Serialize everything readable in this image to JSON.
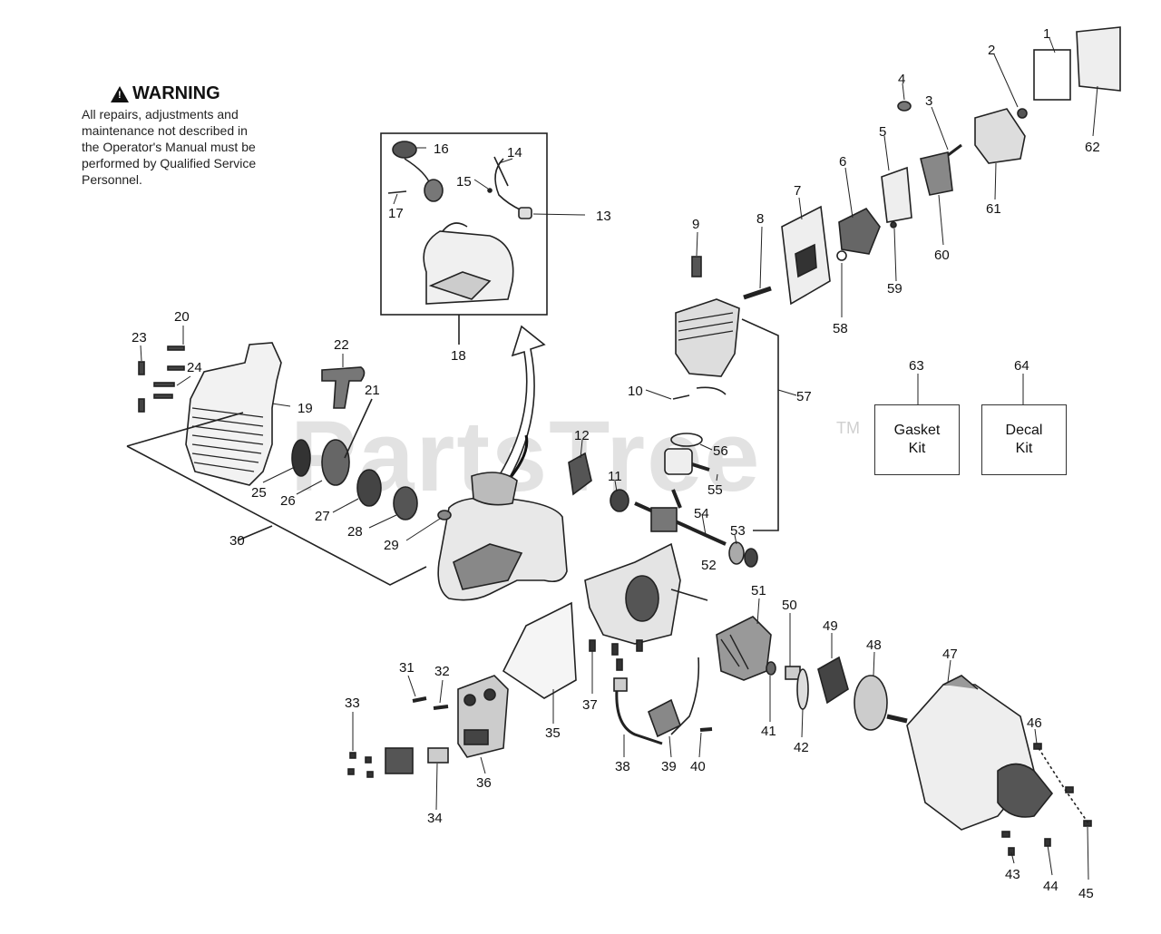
{
  "warning": {
    "title": "WARNING",
    "symbol": "!",
    "lines": [
      "All repairs, adjustments and",
      "maintenance not described in",
      "the Operator's Manual must be",
      "performed by Qualified Service",
      "Personnel."
    ]
  },
  "watermark": "PartsTree",
  "trademark": "TM",
  "kits": [
    {
      "number": "63",
      "line1": "Gasket",
      "line2": "Kit"
    },
    {
      "number": "64",
      "line1": "Decal",
      "line2": "Kit"
    }
  ],
  "callouts": [
    "1",
    "2",
    "3",
    "4",
    "5",
    "6",
    "7",
    "8",
    "9",
    "10",
    "11",
    "12",
    "13",
    "14",
    "15",
    "16",
    "17",
    "18",
    "19",
    "20",
    "21",
    "22",
    "23",
    "24",
    "25",
    "26",
    "27",
    "28",
    "29",
    "30",
    "31",
    "32",
    "33",
    "34",
    "35",
    "36",
    "37",
    "38",
    "39",
    "40",
    "41",
    "42",
    "43",
    "44",
    "45",
    "46",
    "47",
    "48",
    "49",
    "50",
    "51",
    "52",
    "53",
    "54",
    "55",
    "56",
    "57",
    "58",
    "59",
    "60",
    "61",
    "62"
  ]
}
